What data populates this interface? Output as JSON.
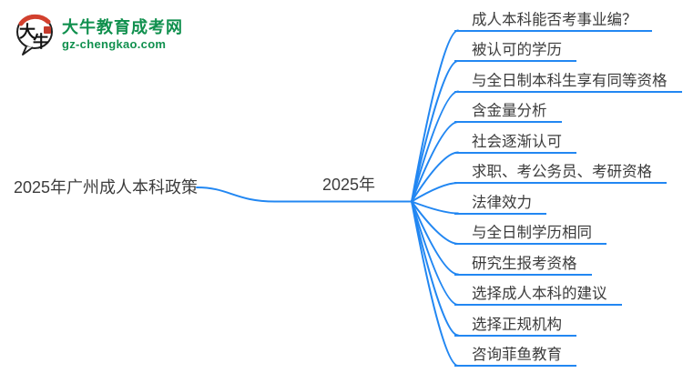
{
  "logo": {
    "title": "大牛教育成考网",
    "subtitle": "gz-chengkao.com",
    "brand_color": "#10904e"
  },
  "mindmap": {
    "root": {
      "label": "2025年广州成人本科政策"
    },
    "center": {
      "label": "2025年"
    },
    "branches": [
      {
        "label": "成人本科能否考事业编？"
      },
      {
        "label": "被认可的学历"
      },
      {
        "label": "与全日制本科生享有同等资格"
      },
      {
        "label": "含金量分析"
      },
      {
        "label": "社会逐渐认可"
      },
      {
        "label": "求职、考公务员、考研资格"
      },
      {
        "label": "法律效力"
      },
      {
        "label": "与全日制学历相同"
      },
      {
        "label": "研究生报考资格"
      },
      {
        "label": "选择成人本科的建议"
      },
      {
        "label": "选择正规机构"
      },
      {
        "label": "咨询菲鱼教育"
      }
    ],
    "line_color": "#2287f2",
    "text_color": "#3c3c3c"
  }
}
